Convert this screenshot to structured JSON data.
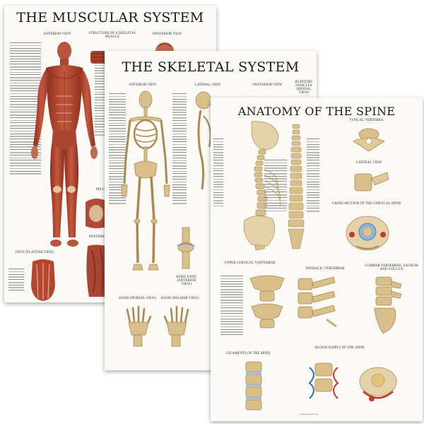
{
  "posters": {
    "muscular": {
      "title": "THE MUSCULAR SYSTEM",
      "labels": {
        "anterior": "ANTERIOR VIEW",
        "structure": "STRUCTURE OF A SKELETAL MUSCLE",
        "posterior": "POSTERIOR VIEW",
        "foot": "FOOT (PLANTAR VIEW)",
        "pelvic": "PELVIC",
        "posterior_short": "POSTERIOR A"
      }
    },
    "skeletal": {
      "title": "THE SKELETAL SYSTEM",
      "labels": {
        "anterior": "ANTERIOR VIEW",
        "lateral": "LATERAL VIEW",
        "posterior": "POSTERIOR VIEW",
        "auditory": "AUDITORY OSSICLES (MEDIAL VIEW)",
        "knee": "KNEE JOINT (ANTERIOR VIEW)",
        "hand_dorsal": "HAND (DORSAL VIEW)",
        "hand_palmar": "HAND (PALMAR VIEW)"
      }
    },
    "spine": {
      "title": "ANATOMY OF THE SPINE",
      "labels": {
        "typical": "TYPICAL VERTEBRA",
        "lateral": "LATERAL VIEW",
        "cross_section": "CROSS SECTION OF THE CERVICAL SPINE",
        "upper_cervical": "UPPER CERVICAL VERTEBRAE",
        "thoracic": "THORACIC VERTEBRAE",
        "lumbar": "LUMBAR VERTEBRAE, SACRUM AND COCCYX",
        "ligaments": "LIGAMENTS OF THE SPINE",
        "blood": "BLOOD SUPPLY OF THE SPINE",
        "footer": "© anatomyposters.com"
      }
    }
  },
  "colors": {
    "muscle": "#b4452f",
    "muscle_dark": "#7d2a1c",
    "bone": "#d9c08a",
    "bone_dark": "#a88a52",
    "paper": "#fbfaf6"
  },
  "icons": {
    "muscle_figure": "muscle-figure",
    "skeleton_figure": "skeleton-figure",
    "spine_column": "spine-column"
  }
}
